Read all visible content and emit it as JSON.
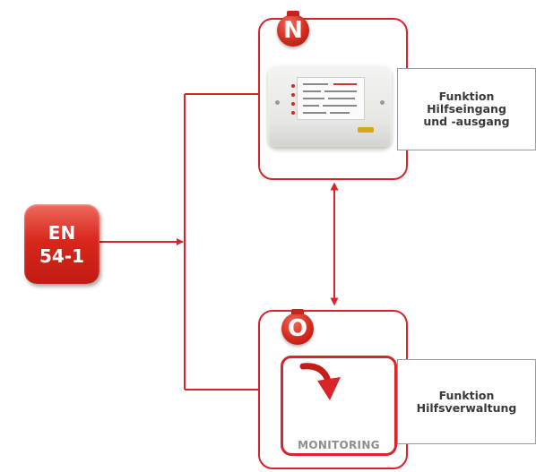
{
  "standard_badge": {
    "line1": "EN",
    "line2": "54-1"
  },
  "module_n": {
    "letter": "N",
    "function_label_lines": [
      "Funktion",
      "Hilfseingang",
      "und -ausgang"
    ]
  },
  "module_o": {
    "letter": "O",
    "device_label": "MONITORING",
    "function_label_lines": [
      "Funktion",
      "Hilfsverwaltung"
    ]
  },
  "colors": {
    "accent": "#d8242a",
    "box_border": "#9a9a9a",
    "text": "#3a3a3a",
    "monitor_text": "#8e8e8e"
  },
  "icons": {
    "device_n": "control-unit-device-icon",
    "device_o": "monitoring-arrow-icon"
  }
}
